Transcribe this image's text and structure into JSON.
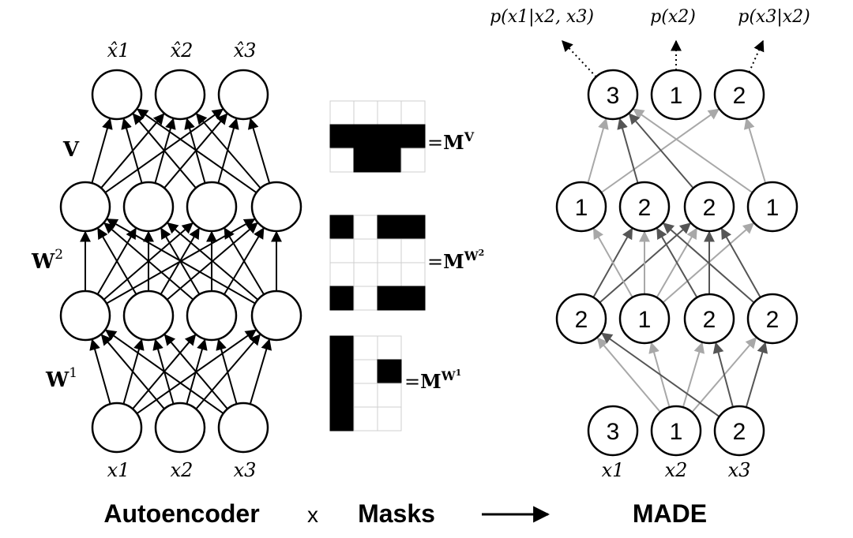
{
  "autoencoder": {
    "output_labels": [
      "x̂1",
      "x̂2",
      "x̂3"
    ],
    "input_labels": [
      "x1",
      "x2",
      "x3"
    ],
    "layer_labels": {
      "V": "V",
      "W2": "W",
      "W2_sup": "2",
      "W1": "W",
      "W1_sup": "1"
    }
  },
  "masks": {
    "mv": {
      "rows": 3,
      "cols": 4,
      "cells": [
        [
          0,
          0,
          0,
          0
        ],
        [
          1,
          1,
          1,
          1
        ],
        [
          0,
          1,
          1,
          0
        ]
      ],
      "label_eq": "=",
      "label_base": "M",
      "label_sup": "V"
    },
    "mw2": {
      "rows": 4,
      "cols": 4,
      "cells": [
        [
          1,
          0,
          1,
          1
        ],
        [
          0,
          0,
          0,
          0
        ],
        [
          0,
          0,
          0,
          0
        ],
        [
          1,
          0,
          1,
          1
        ]
      ],
      "label_eq": "=",
      "label_base": "M",
      "label_sup": "W",
      "label_sup2": "2"
    },
    "mw1": {
      "rows": 4,
      "cols": 3,
      "cells": [
        [
          1,
          0,
          0
        ],
        [
          1,
          0,
          1
        ],
        [
          1,
          0,
          0
        ],
        [
          1,
          0,
          0
        ]
      ],
      "label_eq": "=",
      "label_base": "M",
      "label_sup": "W",
      "label_sup2": "1"
    }
  },
  "made": {
    "output_numbers": [
      "3",
      "1",
      "2"
    ],
    "hidden2_numbers": [
      "1",
      "2",
      "2",
      "1"
    ],
    "hidden1_numbers": [
      "2",
      "1",
      "2",
      "2"
    ],
    "input_numbers": [
      "3",
      "1",
      "2"
    ],
    "input_labels": [
      "x1",
      "x2",
      "x3"
    ],
    "prob_labels": [
      "p(x1|x2, x3)",
      "p(x2)",
      "p(x3|x2)"
    ]
  },
  "caption": {
    "autoencoder": "Autoencoder",
    "times": "x",
    "masks": "Masks",
    "made": "MADE"
  },
  "colors": {
    "ink": "#000000",
    "light_edge": "#a8a8a8",
    "dark_edge": "#555555"
  }
}
